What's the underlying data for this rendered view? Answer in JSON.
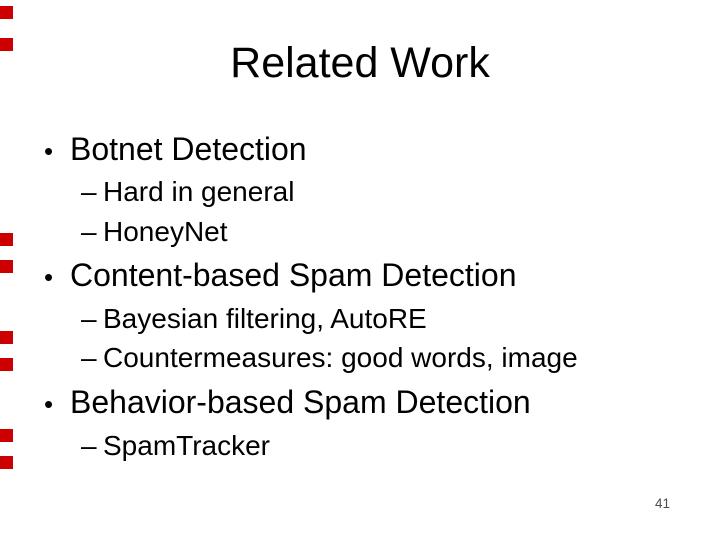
{
  "slide": {
    "title": "Related Work",
    "page_number": "41",
    "accent": {
      "color": "#cc0000",
      "square_count": 8
    },
    "content": {
      "lines": [
        {
          "marker": "•",
          "text": "Botnet Detection"
        },
        {
          "marker": "–",
          "text": "Hard in general"
        },
        {
          "marker": "–",
          "text": "HoneyNet"
        },
        {
          "marker": "•",
          "text": "Content-based Spam Detection"
        },
        {
          "marker": "–",
          "text": "Bayesian filtering, AutoRE"
        },
        {
          "marker": "–",
          "text": "Countermeasures: good words, image"
        },
        {
          "marker": "•",
          "text": "Behavior-based Spam Detection"
        },
        {
          "marker": "–",
          "text": "SpamTracker"
        }
      ]
    }
  }
}
